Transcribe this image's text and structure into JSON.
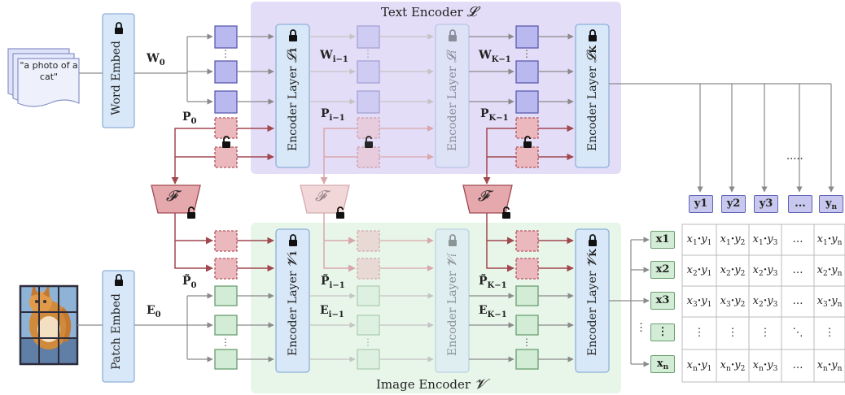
{
  "text_encoder": {
    "title": "Text Encoder",
    "symbol": "𝓛",
    "layer1_label": "Encoder Layer",
    "layer1_symbol": "𝓛",
    "layer1_sub": "1",
    "layeri_label": "Encoder Layer",
    "layeri_symbol": "𝓛",
    "layeri_sub": "i",
    "layerK_label": "Encoder Layer",
    "layerK_symbol": "𝓛",
    "layerK_sub": "K"
  },
  "image_encoder": {
    "title": "Image Encoder",
    "symbol": "𝓥",
    "layer1_label": "Encoder Layer",
    "layer1_symbol": "𝓥",
    "layer1_sub": "1",
    "layeri_label": "Encoder Layer",
    "layeri_symbol": "𝓥",
    "layeri_sub": "i",
    "layerK_label": "Encoder Layer",
    "layerK_symbol": "𝓥",
    "layerK_sub": "K"
  },
  "inputs": {
    "text_prompt": "\"a photo of a cat\"",
    "word_embed": "Word Embed",
    "patch_embed": "Patch Embed"
  },
  "labels": {
    "W0": "W",
    "W0_sub": "0",
    "Wi": "W",
    "Wi_sub": "i−1",
    "WK": "W",
    "WK_sub": "K−1",
    "P0": "P",
    "P0_sub": "0",
    "Pi": "P",
    "Pi_sub": "i−1",
    "PK": "P",
    "PK_sub": "K−1",
    "Pt0": "P̃",
    "Pt0_sub": "0",
    "Pti": "P̃",
    "Pti_sub": "i−1",
    "PtK": "P̃",
    "PtK_sub": "K−1",
    "E0": "E",
    "E0_sub": "0",
    "Ei": "E",
    "Ei_sub": "i−1",
    "EK": "E",
    "EK_sub": "K−1",
    "F": "𝓕"
  },
  "matrix": {
    "col_headers": [
      "y1",
      "y2",
      "y3",
      "...",
      "y"
    ],
    "last_col_sub": "n",
    "row_headers": [
      "x1",
      "x2",
      "x3",
      "⋮",
      "x"
    ],
    "last_row_sub": "n",
    "dots": ".....",
    "rows": [
      [
        [
          "x",
          "1",
          "y",
          "1"
        ],
        [
          "x",
          "1",
          "y",
          "2"
        ],
        [
          "x",
          "1",
          "y",
          "3"
        ],
        [
          "…"
        ],
        [
          "x",
          "1",
          "y",
          "n"
        ]
      ],
      [
        [
          "x",
          "2",
          "y",
          "1"
        ],
        [
          "x",
          "2",
          "y",
          "2"
        ],
        [
          "x",
          "2",
          "y",
          "3"
        ],
        [
          "…"
        ],
        [
          "x",
          "2",
          "y",
          "n"
        ]
      ],
      [
        [
          "x",
          "3",
          "y",
          "1"
        ],
        [
          "x",
          "3",
          "y",
          "2"
        ],
        [
          "x",
          "2",
          "y",
          "3"
        ],
        [
          "…"
        ],
        [
          "x",
          "3",
          "y",
          "n"
        ]
      ],
      [
        [
          "⋮"
        ],
        [
          "⋮"
        ],
        [
          "⋮"
        ],
        [
          "⋱"
        ],
        [
          "⋮"
        ]
      ],
      [
        [
          "x",
          "n",
          "y",
          "1"
        ],
        [
          "x",
          "n",
          "y",
          "2"
        ],
        [
          "x",
          "n",
          "y",
          "3"
        ],
        [
          "…"
        ],
        [
          "x",
          "n",
          "y",
          "n"
        ]
      ]
    ]
  },
  "colors": {
    "text_bg": "#e3ddf7",
    "image_bg": "#e8f6ea",
    "layer_fill": "#d8e8f8",
    "layer_stroke": "#8fb0d8",
    "text_token": "#b9b9ef",
    "image_token": "#d3ecd6",
    "prompt_token": "#eab8bd",
    "mapper": "#e4a8ad",
    "arrow": "#8a8a8a",
    "prompt_arrow": "#a0474f"
  }
}
